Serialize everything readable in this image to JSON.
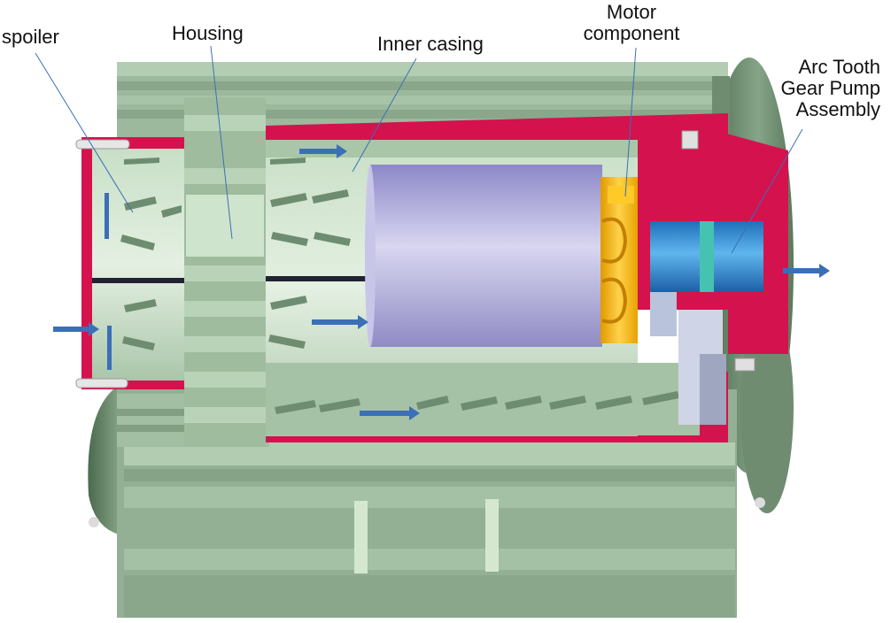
{
  "labels": {
    "spoiler": "spoiler",
    "housing": "Housing",
    "inner_casing": "Inner casing",
    "motor_component": [
      "Motor",
      "component"
    ],
    "arc_tooth_gear_pump": [
      "Arc Tooth",
      "Gear Pump",
      "Assembly"
    ]
  },
  "colors": {
    "housing_green": "#9bb89c",
    "housing_dark": "#6f8c70",
    "housing_light": "#c4dcc2",
    "shell_red": "#d4124e",
    "motor_purple": "#a9a6d6",
    "winding_yellow": "#f2b700",
    "pump_blue": "#2a8fd6",
    "arrow_blue": "#3b6fb6"
  }
}
